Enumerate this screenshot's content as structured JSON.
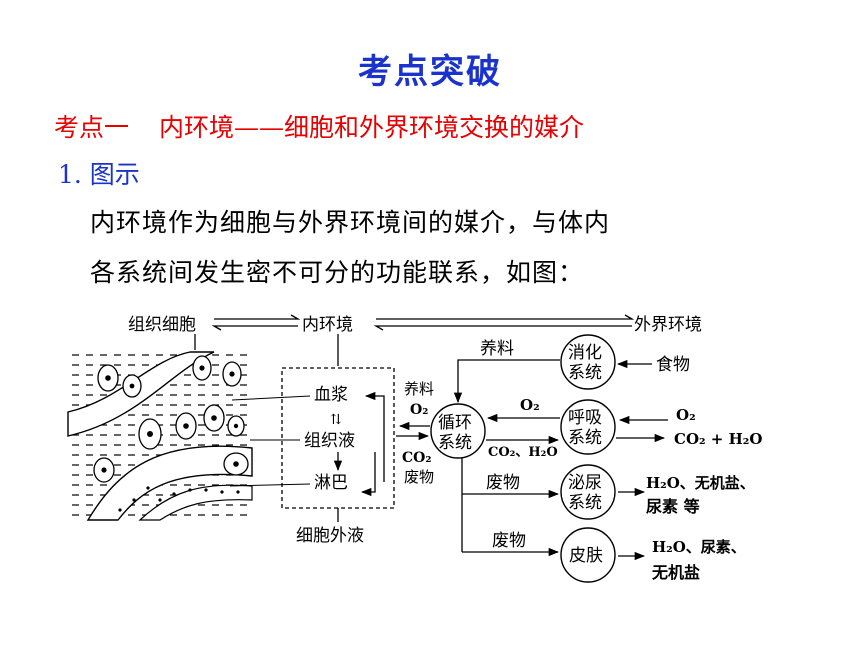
{
  "title": "考点突破",
  "subtitle": {
    "prefix": "考点一",
    "text": "内环境——细胞和外界环境交换的媒介"
  },
  "item": "1. 图示",
  "paragraph": [
    "内环境作为细胞与外界环境间的媒介，与体内",
    "各系统间发生密不可分的功能联系，如图："
  ],
  "diagram": {
    "top": {
      "cell": "组织细胞",
      "internal": "内环境",
      "external": "外界环境"
    },
    "fluids": {
      "plasma": "血浆",
      "tissue": "组织液",
      "lymph": "淋巴",
      "extracellular": "细胞外液",
      "swap": "⇅"
    },
    "circ": [
      "循环",
      "系统"
    ],
    "digest": [
      "消化",
      "系统"
    ],
    "resp": [
      "呼吸",
      "系统"
    ],
    "urin": [
      "泌尿",
      "系统"
    ],
    "skin": "皮肤",
    "labels": {
      "nutrients": "养料",
      "nutrients_in": "养料",
      "o2_in": "O₂",
      "co2_waste_1": "CO₂",
      "co2_waste_2": "废物",
      "o2": "O₂",
      "co2_h2o": "CO₂、H₂O",
      "food": "食物",
      "o2_ext": "O₂",
      "co2_h2o_out": "CO₂ + H₂O",
      "waste1": "废物",
      "urine_out_1": "H₂O、无机盐、",
      "urine_out_2": "尿素 等",
      "waste2": "废物",
      "skin_out_1": "H₂O、尿素、",
      "skin_out_2": "无机盐"
    }
  }
}
